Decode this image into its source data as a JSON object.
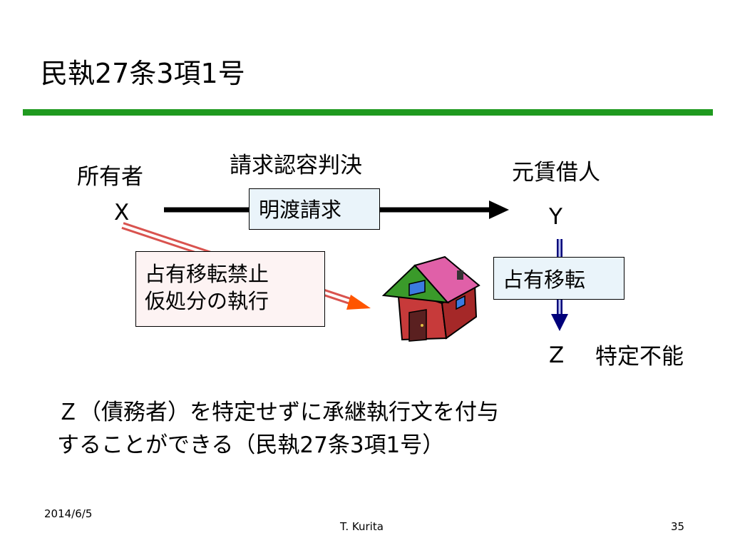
{
  "slide": {
    "title": "民執27条3項1号",
    "accent_color": "#1f9a1f"
  },
  "diagram": {
    "owner_role": "所有者",
    "owner_letter": "X",
    "judgment": "請求認容判決",
    "claim_box": "明渡請求",
    "tenant_role": "元賃借人",
    "tenant_letter": "Y",
    "injunction_line1": "占有移転禁止",
    "injunction_line2": "仮処分の執行",
    "transfer_box": "占有移転",
    "z_letter": "Z",
    "z_status": "特定不能",
    "house_icon": "house-icon"
  },
  "note": {
    "line1": "Ｚ（債務者）を特定せずに承継執行文を付与",
    "line2": "することができる（民執27条3項1号）"
  },
  "footer": {
    "date": "2014/6/5",
    "author": "T. Kurita",
    "page": "35"
  }
}
